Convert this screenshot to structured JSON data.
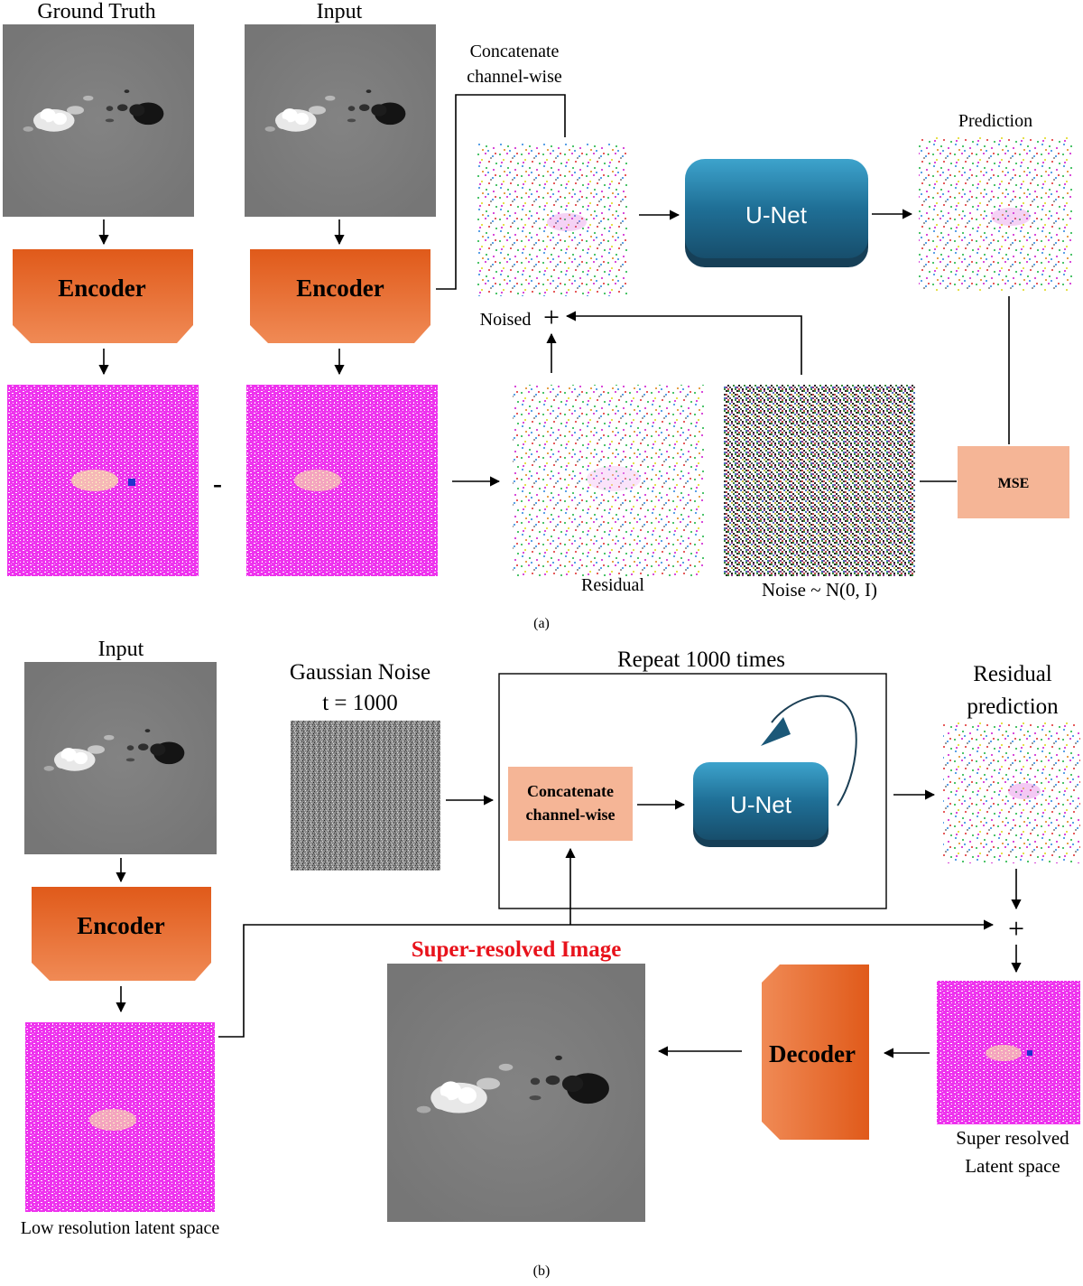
{
  "panel_a": {
    "caption": "(a)",
    "ground_truth_label": "Ground Truth",
    "input_label": "Input",
    "encoder_gt_label": "Encoder",
    "encoder_in_label": "Encoder",
    "minus_sign": "-",
    "concat_line1": "Concatenate",
    "concat_line2": "channel-wise",
    "unet_label": "U-Net",
    "prediction_label": "Prediction",
    "noised_label": "Noised",
    "plus_sign": "+",
    "residual_label": "Residual",
    "noise_label": "Noise ~ N(0, I)",
    "mse_label": "MSE"
  },
  "panel_b": {
    "caption": "(b)",
    "input_label": "Input",
    "encoder_label": "Encoder",
    "low_res_label": "Low resolution latent space",
    "gaussian_line1": "Gaussian Noise",
    "gaussian_line2": "t = 1000",
    "repeat_label": "Repeat 1000 times",
    "concat_line1": "Concatenate",
    "concat_line2": "channel-wise",
    "unet_label": "U-Net",
    "residual_pred_line1": "Residual",
    "residual_pred_line2": "prediction",
    "plus_sign": "+",
    "super_resolved_title": "Super-resolved Image",
    "decoder_label": "Decoder",
    "sr_latent_line1": "Super resolved",
    "sr_latent_line2": "Latent space"
  },
  "colors": {
    "encoder_dark": "#e05a1a",
    "encoder_light": "#f08a55",
    "unet_dark": "#1b5878",
    "unet_light": "#2e8fb8",
    "mse_box": "#f5b596",
    "latent_magenta": "#ee33ee",
    "magnetogram_gray": "#7a7a7a",
    "title_red": "#e8121b"
  }
}
